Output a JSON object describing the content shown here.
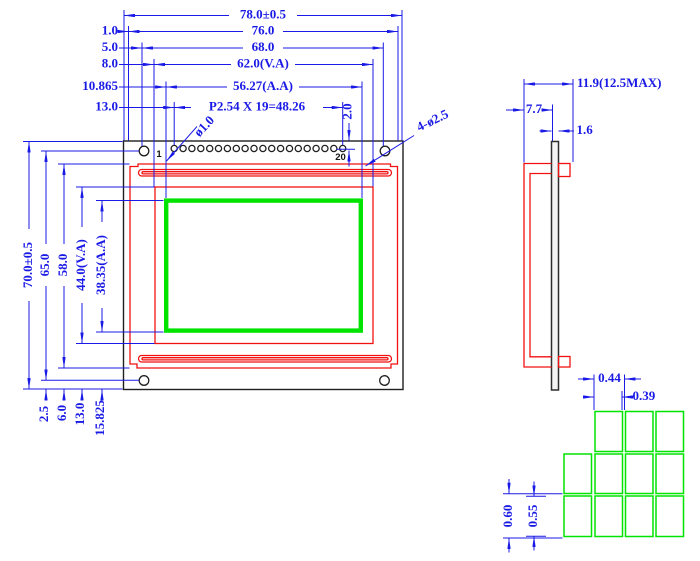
{
  "colors": {
    "dimension_blue": "#1a1ae6",
    "outline_red": "#f21111",
    "display_green": "#00e400",
    "drawing_dark": "#1f1f1f"
  },
  "front_view": {
    "width_dims": {
      "overall": "78.0±0.5",
      "d76": "76.0",
      "hole_span": "68.0",
      "viewing_area": "62.0(V.A)",
      "active_area": "56.27(A.A)",
      "pin_pitch": "P2.54 X 19=48.26"
    },
    "left_offsets": {
      "o1": "1.0",
      "o2": "5.0",
      "o3": "8.0",
      "o4": "10.865",
      "o5": "13.0"
    },
    "height_dims": {
      "overall": "70.0±0.5",
      "hole_span": "65.0",
      "bezel": "58.0",
      "viewing_area": "44.0(V.A)",
      "active_area": "38.35(A.A)"
    },
    "bottom_offsets": {
      "o1": "2.5",
      "o2": "6.0",
      "o3": "13.0",
      "o4": "15.825"
    },
    "pin_row": {
      "first_pin": "1",
      "last_pin": "20",
      "pin_hole_dia": "ø1.0",
      "pin_edge_offset": "2.0"
    },
    "mounting_holes_label": "4-ø2.5"
  },
  "side_view": {
    "total_thickness": "11.9(12.5MAX)",
    "bezel_to_pcb": "7.7",
    "pcb_thickness": "1.6"
  },
  "dot_detail": {
    "h_pitch": "0.44",
    "dot_width": "0.39",
    "v_pitch": "0.60",
    "dot_height": "0.55"
  }
}
